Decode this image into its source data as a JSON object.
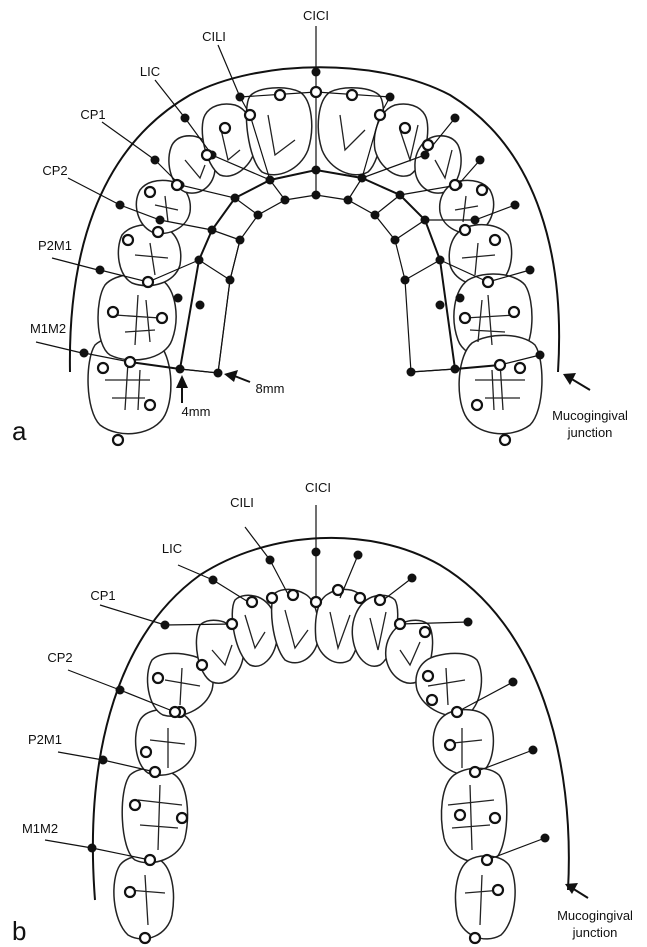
{
  "panels": [
    {
      "id": "a",
      "label": "a",
      "point_labels": [
        "CICI",
        "CILI",
        "LIC",
        "CP1",
        "CP2",
        "P2M1",
        "M1M2"
      ],
      "measure_labels": [
        "4mm",
        "8mm"
      ],
      "junction_label": [
        "Mucogingival",
        "junction"
      ]
    },
    {
      "id": "b",
      "label": "b",
      "point_labels": [
        "CICI",
        "CILI",
        "LIC",
        "CP1",
        "CP2",
        "P2M1",
        "M1M2"
      ],
      "junction_label": [
        "Mucogingival",
        "junction"
      ]
    }
  ]
}
